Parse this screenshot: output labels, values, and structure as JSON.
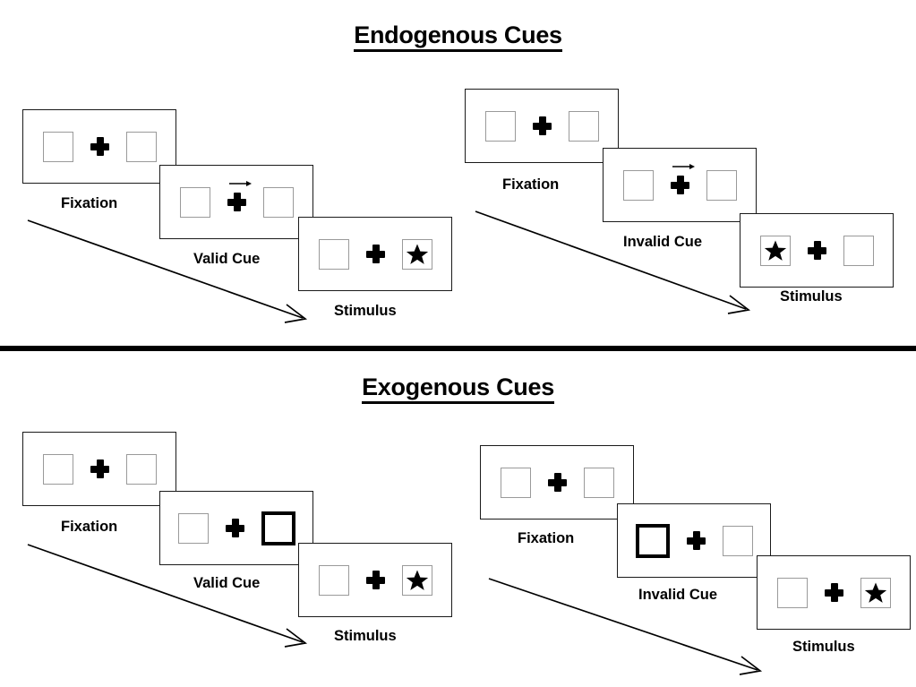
{
  "figure": {
    "title_top": "Endogenous Cues",
    "title_bottom": "Exogenous Cues"
  },
  "icons": {
    "cross": "fixation-cross-icon",
    "star": "star-target-icon",
    "small_arrow": "arrow-right-cue-icon",
    "progression_arrow": "time-progression-arrow-icon"
  },
  "panels": {
    "endogenous_valid": {
      "section": "Endogenous Cues",
      "condition": "valid",
      "steps": [
        {
          "label": "Fixation",
          "cue_type": "none",
          "cue_direction": "",
          "target_side": ""
        },
        {
          "label": "Valid Cue",
          "cue_type": "central-arrow",
          "cue_direction": "right",
          "target_side": ""
        },
        {
          "label": "Stimulus",
          "cue_type": "none",
          "cue_direction": "",
          "target_side": "right"
        }
      ]
    },
    "endogenous_invalid": {
      "section": "Endogenous Cues",
      "condition": "invalid",
      "steps": [
        {
          "label": "Fixation",
          "cue_type": "none",
          "cue_direction": "",
          "target_side": ""
        },
        {
          "label": "Invalid Cue",
          "cue_type": "central-arrow",
          "cue_direction": "right",
          "target_side": ""
        },
        {
          "label": "Stimulus",
          "cue_type": "none",
          "cue_direction": "",
          "target_side": "left"
        }
      ]
    },
    "exogenous_valid": {
      "section": "Exogenous Cues",
      "condition": "valid",
      "steps": [
        {
          "label": "Fixation",
          "cue_type": "none",
          "cue_direction": "",
          "target_side": ""
        },
        {
          "label": "Valid Cue",
          "cue_type": "peripheral-flash",
          "cue_direction": "right",
          "target_side": ""
        },
        {
          "label": "Stimulus",
          "cue_type": "none",
          "cue_direction": "",
          "target_side": "right"
        }
      ]
    },
    "exogenous_invalid": {
      "section": "Exogenous Cues",
      "condition": "invalid",
      "steps": [
        {
          "label": "Fixation",
          "cue_type": "none",
          "cue_direction": "",
          "target_side": ""
        },
        {
          "label": "Invalid Cue",
          "cue_type": "peripheral-flash",
          "cue_direction": "left",
          "target_side": ""
        },
        {
          "label": "Stimulus",
          "cue_type": "none",
          "cue_direction": "",
          "target_side": "right"
        }
      ]
    }
  },
  "colors": {
    "frame_border": "#1a1a1a",
    "box_border": "#9a9a9a",
    "cued_box_border": "#000000",
    "ink": "#000000",
    "background": "#ffffff"
  }
}
